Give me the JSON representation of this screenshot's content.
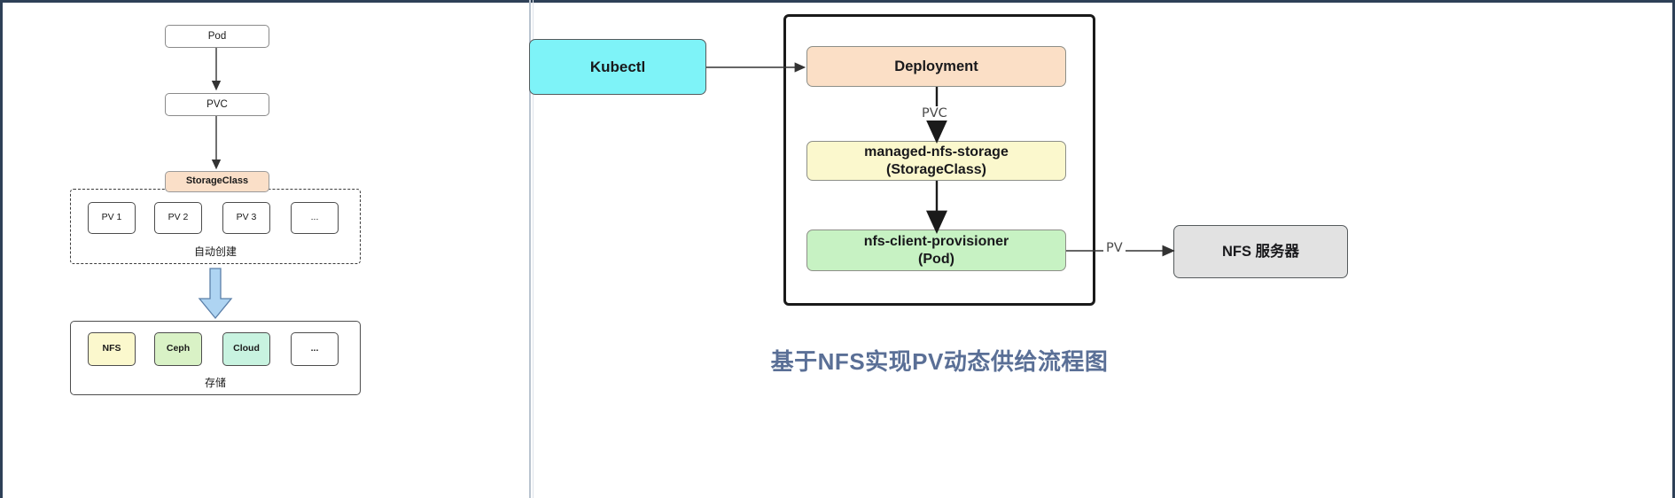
{
  "colors": {
    "frame": "#2e4057",
    "divider": "#b9c3cf",
    "storageclass_fill": "#fadfc8",
    "kubectl_fill": "#7ef3f8",
    "deployment_fill": "#fbdfc6",
    "sc_fill": "#fbf8cd",
    "provisioner_fill": "#c7f2c3",
    "nfs_server_fill": "#e2e2e2",
    "nfs_fill": "#fbf8cd",
    "ceph_fill": "#d9f2c6",
    "cloud_fill": "#c8f3e0",
    "blue_arrow_fill": "#aed4f2",
    "title_color": "#5a6f96",
    "stroke": "#4d4d4d"
  },
  "left_diagram": {
    "name": "pv-static-to-dynamic-flow",
    "nodes": {
      "pod": "Pod",
      "pvc": "PVC",
      "storageclass": "StorageClass"
    },
    "pv_group": {
      "label": "自动创建",
      "items": [
        "PV 1",
        "PV 2",
        "PV 3",
        "..."
      ]
    },
    "storage_group": {
      "label": "存储",
      "items": [
        {
          "label": "NFS",
          "color": "#fbf8cd"
        },
        {
          "label": "Ceph",
          "color": "#d9f2c6"
        },
        {
          "label": "Cloud",
          "color": "#c8f3e0"
        },
        {
          "label": "...",
          "color": "#ffffff"
        }
      ]
    }
  },
  "right_diagram": {
    "name": "nfs-dynamic-provisioning-flow",
    "title": "基于NFS实现PV动态供给流程图",
    "nodes": {
      "kubectl": "Kubectl",
      "deployment": "Deployment",
      "storageclass": "managed-nfs-storage\n(StorageClass)",
      "provisioner": "nfs-client-provisioner\n(Pod)",
      "nfs_server": "NFS 服务器"
    },
    "edge_labels": {
      "pvc": "PVC",
      "pv": "PV"
    }
  }
}
